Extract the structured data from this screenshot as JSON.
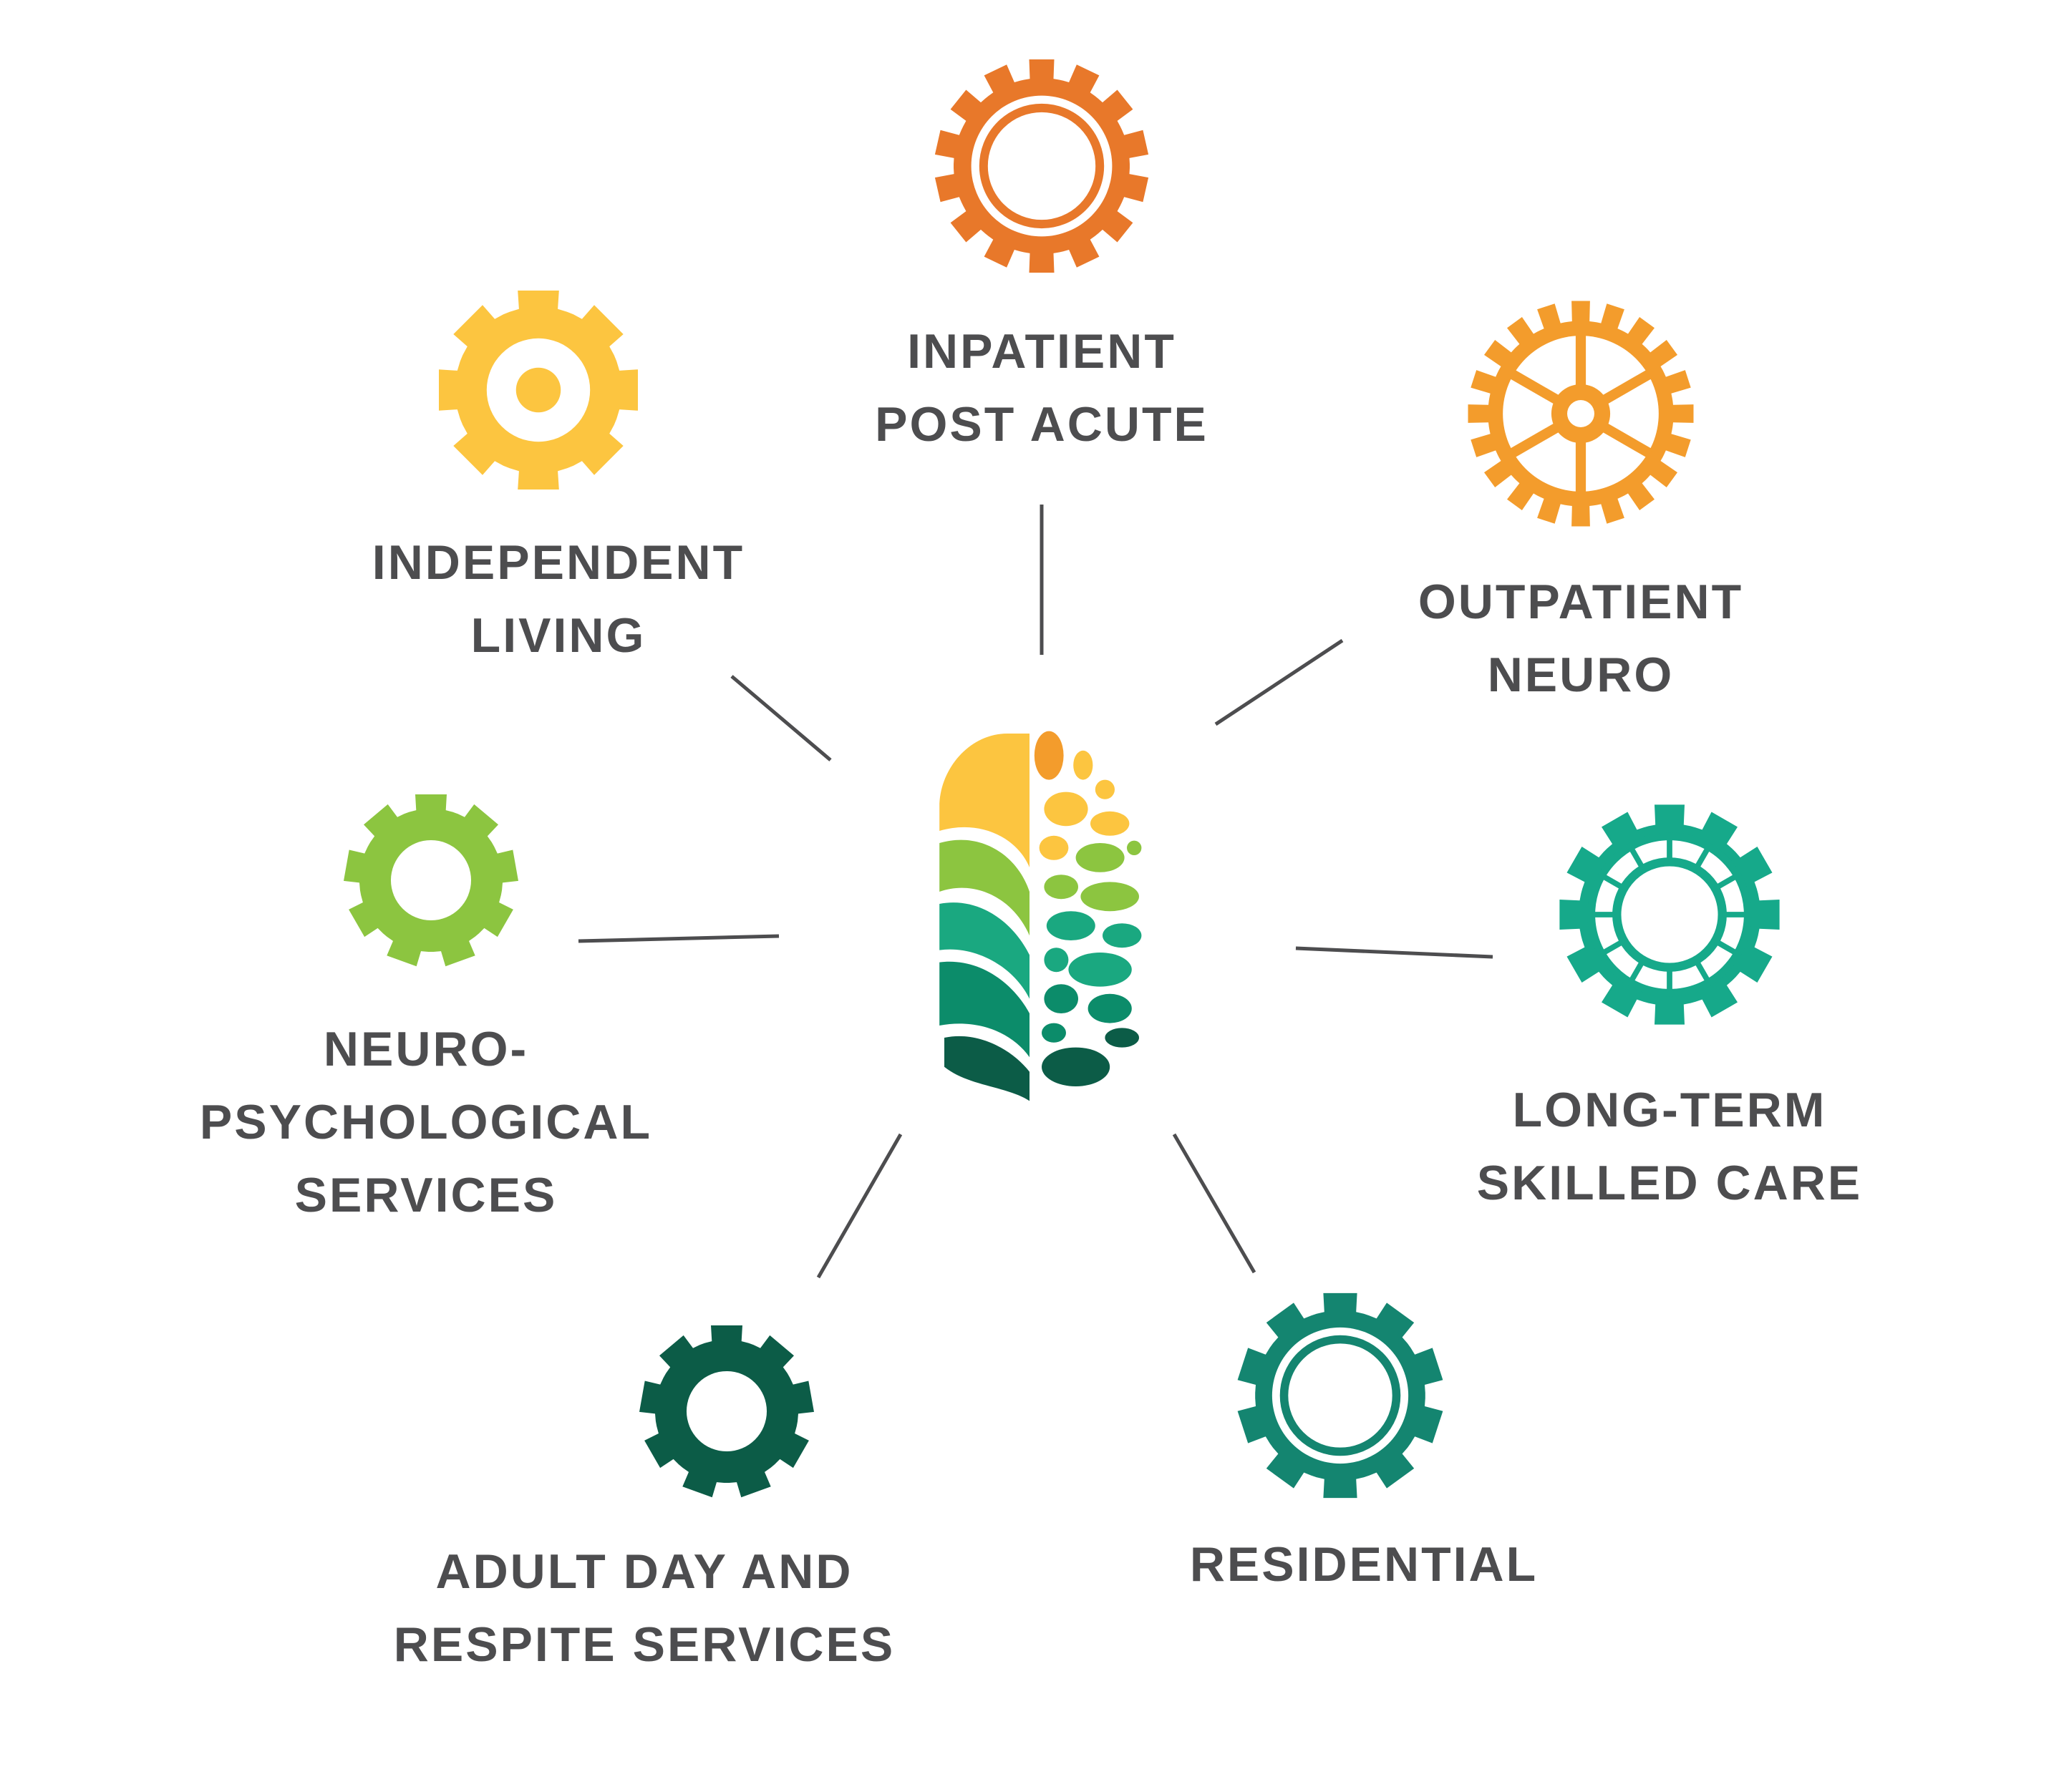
{
  "center_logo": {
    "icon": "leaf-tree-logo-icon"
  },
  "services": [
    {
      "id": "inpatient-post-acute",
      "lines": [
        "INPATIENT",
        "POST ACUTE"
      ],
      "color": "#e8782a",
      "icon": "gear-ring-icon"
    },
    {
      "id": "outpatient-neuro",
      "lines": [
        "OUTPATIENT",
        "NEURO"
      ],
      "color": "#f39c2c",
      "icon": "gear-spoked-wheel-icon"
    },
    {
      "id": "long-term-skilled-care",
      "lines": [
        "LONG-TERM",
        "SKILLED CARE"
      ],
      "color": "#16a98a",
      "icon": "gear-segmented-icon"
    },
    {
      "id": "residential",
      "lines": [
        "RESIDENTIAL"
      ],
      "color": "#148570",
      "icon": "gear-ring-icon"
    },
    {
      "id": "adult-day-and-respite-services",
      "lines": [
        "ADULT DAY AND",
        "RESPITE SERVICES"
      ],
      "color": "#0c5c47",
      "icon": "gear-icon"
    },
    {
      "id": "neuro-psychological-services",
      "lines": [
        "NEURO-",
        "PSYCHOLOGICAL",
        "SERVICES"
      ],
      "color": "#8cc540",
      "icon": "gear-icon"
    },
    {
      "id": "independent-living",
      "lines": [
        "INDEPENDENT",
        "LIVING"
      ],
      "color": "#fcc540",
      "icon": "gear-dot-icon"
    }
  ],
  "connector_color": "#4d4d4f"
}
